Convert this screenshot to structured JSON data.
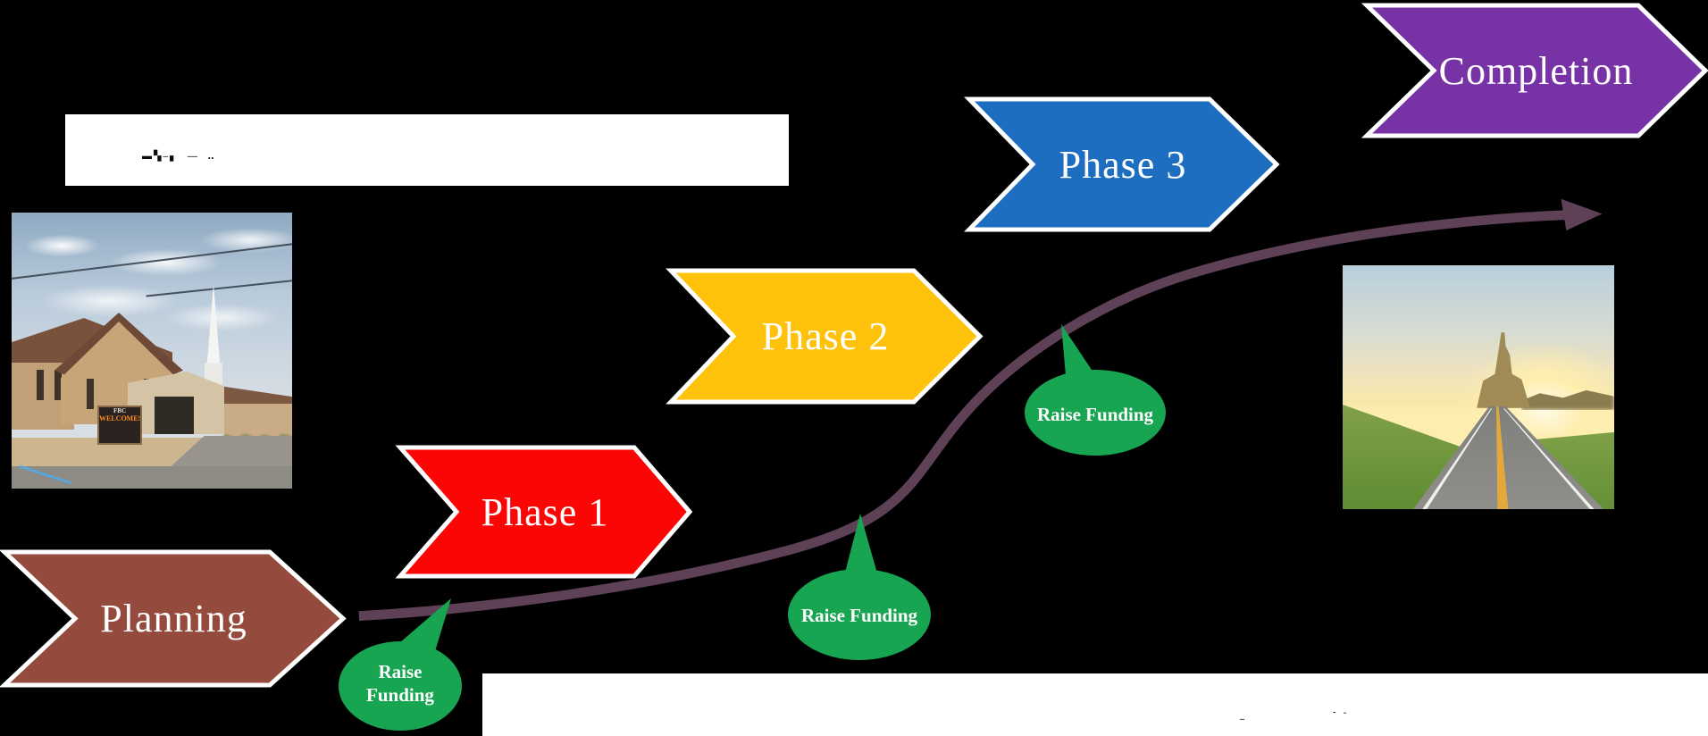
{
  "background_color": "#000000",
  "title_box": {
    "illegible_marks": "▬▚‒▖  —  ‥"
  },
  "stages": [
    {
      "label": "Planning",
      "color": "#944A3C"
    },
    {
      "label": "Phase 1",
      "color": "#FB0505"
    },
    {
      "label": "Phase 2",
      "color": "#FFC20A"
    },
    {
      "label": "Phase 3",
      "color": "#1D6EC0"
    },
    {
      "label": "Completion",
      "color": "#7733A5"
    }
  ],
  "funding_bubbles": [
    {
      "label": "Raise Funding",
      "color": "#17A551"
    },
    {
      "label": "Raise Funding",
      "color": "#17A551"
    },
    {
      "label": "Raise Funding",
      "color": "#17A551"
    }
  ],
  "connector": {
    "color": "#5E4156",
    "outline": "#FFFFFF"
  },
  "photos": {
    "church": {
      "sign_line1": "FBC",
      "sign_line2": "WELCOME!"
    },
    "road": {}
  },
  "bottom_strip": {
    "marks_left": "‒",
    "marks_right": "‐ ˗"
  }
}
